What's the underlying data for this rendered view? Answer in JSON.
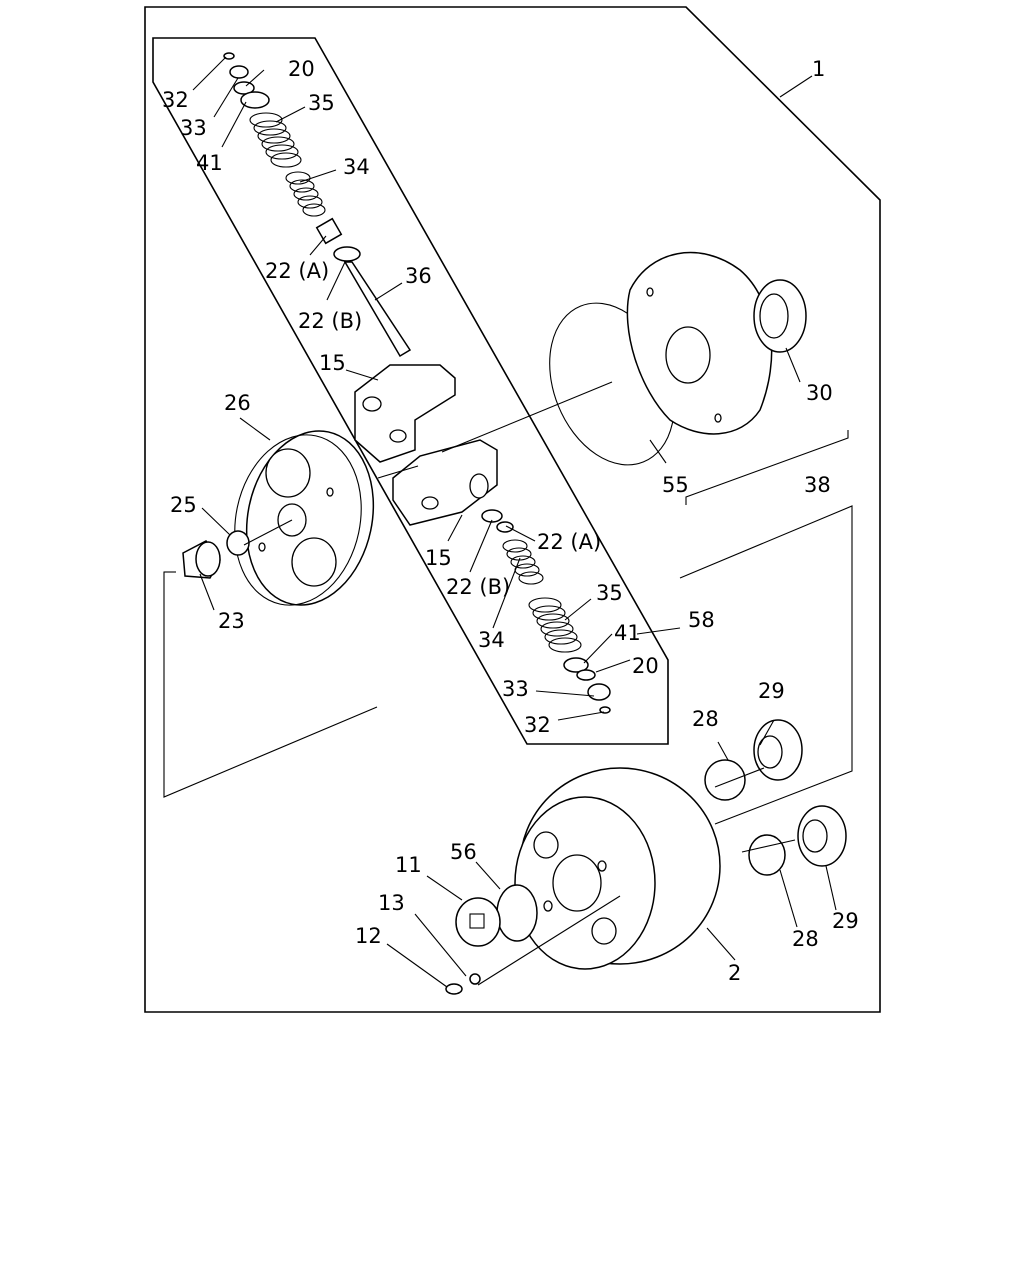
{
  "callouts": {
    "c1": "1",
    "c2": "2",
    "c11": "11",
    "c12": "12",
    "c13": "13",
    "c15a": "15",
    "c15b": "15",
    "c20a": "20",
    "c20b": "20",
    "c22aA": "22 (A)",
    "c22bA": "22 (B)",
    "c22aB": "22 (A)",
    "c22bB": "22 (B)",
    "c23": "23",
    "c25": "25",
    "c26": "26",
    "c28a": "28",
    "c28b": "28",
    "c29a": "29",
    "c29b": "29",
    "c30": "30",
    "c32a": "32",
    "c32b": "32",
    "c33a": "33",
    "c33b": "33",
    "c34a": "34",
    "c34b": "34",
    "c35a": "35",
    "c35b": "35",
    "c36": "36",
    "c38": "38",
    "c41a": "41",
    "c41b": "41",
    "c55": "55",
    "c56": "56",
    "c58": "58"
  }
}
